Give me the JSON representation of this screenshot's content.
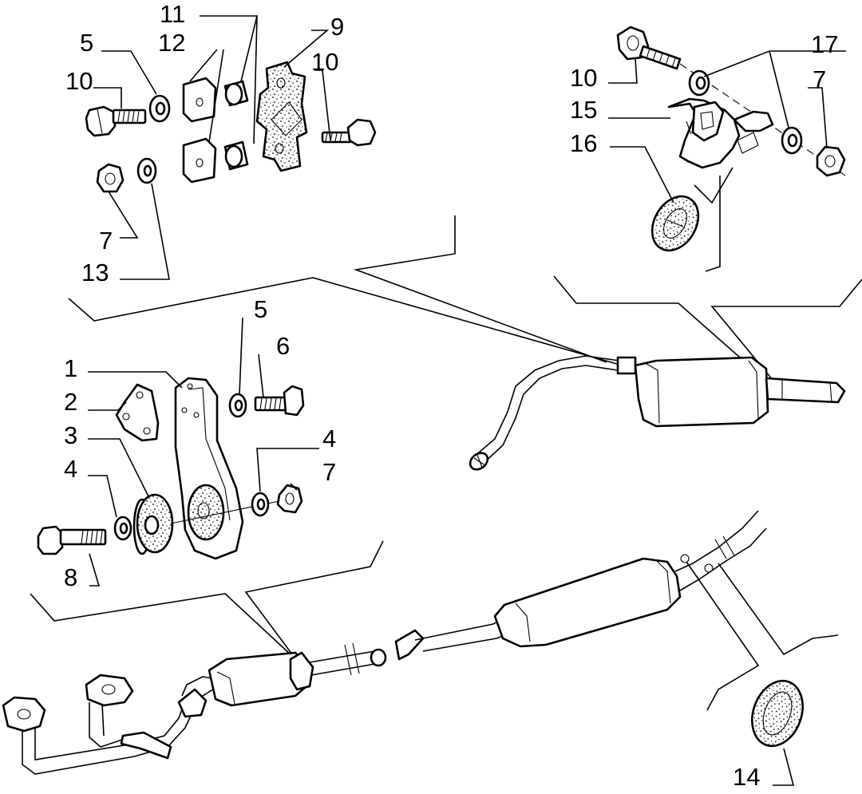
{
  "callouts": [
    {
      "id": "c11",
      "text": "11"
    },
    {
      "id": "c9",
      "text": "9"
    },
    {
      "id": "c5a",
      "text": "5"
    },
    {
      "id": "c12",
      "text": "12"
    },
    {
      "id": "c10a",
      "text": "10"
    },
    {
      "id": "c10b",
      "text": "10"
    },
    {
      "id": "c7a",
      "text": "7"
    },
    {
      "id": "c13",
      "text": "13"
    },
    {
      "id": "c10c",
      "text": "10"
    },
    {
      "id": "c17",
      "text": "17"
    },
    {
      "id": "c7b",
      "text": "7"
    },
    {
      "id": "c15",
      "text": "15"
    },
    {
      "id": "c16",
      "text": "16"
    },
    {
      "id": "c5b",
      "text": "5"
    },
    {
      "id": "c6",
      "text": "6"
    },
    {
      "id": "c1",
      "text": "1"
    },
    {
      "id": "c2",
      "text": "2"
    },
    {
      "id": "c3",
      "text": "3"
    },
    {
      "id": "c4a",
      "text": "4"
    },
    {
      "id": "c4b",
      "text": "4"
    },
    {
      "id": "c7c",
      "text": "7"
    },
    {
      "id": "c8",
      "text": "8"
    },
    {
      "id": "c14",
      "text": "14"
    }
  ]
}
